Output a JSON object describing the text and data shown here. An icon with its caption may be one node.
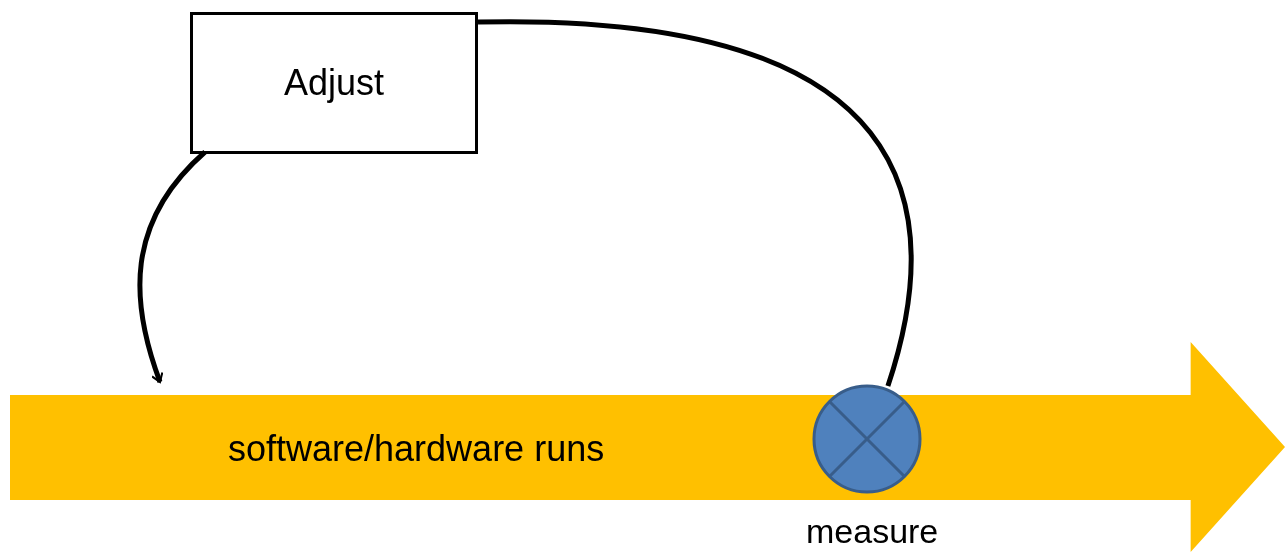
{
  "diagram": {
    "nodes": [
      {
        "text": [
          "Adjust"
        ]
      },
      {
        "text": [
          "software/hardware runs"
        ]
      },
      {
        "text": [],
        "shape": "circle",
        "in": 1
      }
    ],
    "labels": [
      "measure"
    ],
    "edges": [
      {
        "from": 2,
        "to": 0,
        "arrow": "none"
      },
      {
        "from": 0,
        "to": 1,
        "arrow": "to"
      }
    ]
  }
}
